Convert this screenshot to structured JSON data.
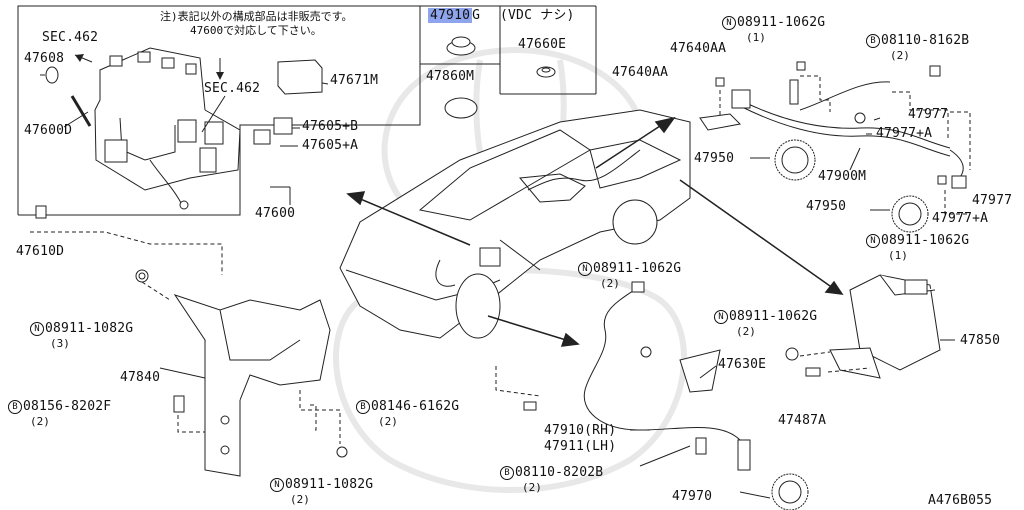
{
  "title_box": {
    "note_line1": "注)表記以外の構成部品は非販売です。",
    "note_line2": "47600で対応して下さい。",
    "highlight_part": "47910",
    "highlight_suffix": "G",
    "vdc_note": "(VDC ナシ)",
    "part_47660E": "47660E",
    "part_47860M": "47860M"
  },
  "labels": {
    "sec462_a": "SEC.462",
    "sec462_b": "SEC.462",
    "p47608": "47608",
    "p47600D": "47600D",
    "p47671M": "47671M",
    "p47605B": "47605+B",
    "p47605A": "47605+A",
    "p47600": "47600",
    "p47610D": "47610D",
    "p08911_1082G_a": "08911-1082G",
    "p08911_1082G_a_qty": "(3)",
    "p47840": "47840",
    "p08156_8202F": "08156-8202F",
    "p08156_8202F_qty": "(2)",
    "p08146_6162G": "08146-6162G",
    "p08146_6162G_qty": "(2)",
    "p08911_1082G_b": "08911-1082G",
    "p08911_1082G_b_qty": "(2)",
    "p08911_1062G_top": "08911-1062G",
    "p08911_1062G_top_qty": "(1)",
    "p47640AA_a": "47640AA",
    "p47640AA_b": "47640AA",
    "p08110_8162B": "08110-8162B",
    "p08110_8162B_qty": "(2)",
    "p47977_a": "47977",
    "p47977A_a": "47977+A",
    "p47950_a": "47950",
    "p47900M": "47900M",
    "p47977_b": "47977",
    "p47950_b": "47950",
    "p47977A_b": "47977+A",
    "p08911_1062G_right": "08911-1062G",
    "p08911_1062G_right_qty": "(1)",
    "p08911_1062G_mid": "08911-1062G",
    "p08911_1062G_mid_qty": "(2)",
    "p08911_1062G_r2": "08911-1062G",
    "p08911_1062G_r2_qty": "(2)",
    "p47850": "47850",
    "p47630E": "47630E",
    "p47487A": "47487A",
    "p47910RH": "47910(RH)",
    "p47911LH": "47911(LH)",
    "p08110_8202B": "08110-8202B",
    "p08110_8202B_qty": "(2)",
    "p47970": "47970",
    "diagram_id": "A476B055"
  },
  "symbols": {
    "nut": "N",
    "bolt": "B"
  },
  "colors": {
    "line": "#222222",
    "highlight": "#8ea4ec",
    "watermark": "#e6e6e6"
  }
}
